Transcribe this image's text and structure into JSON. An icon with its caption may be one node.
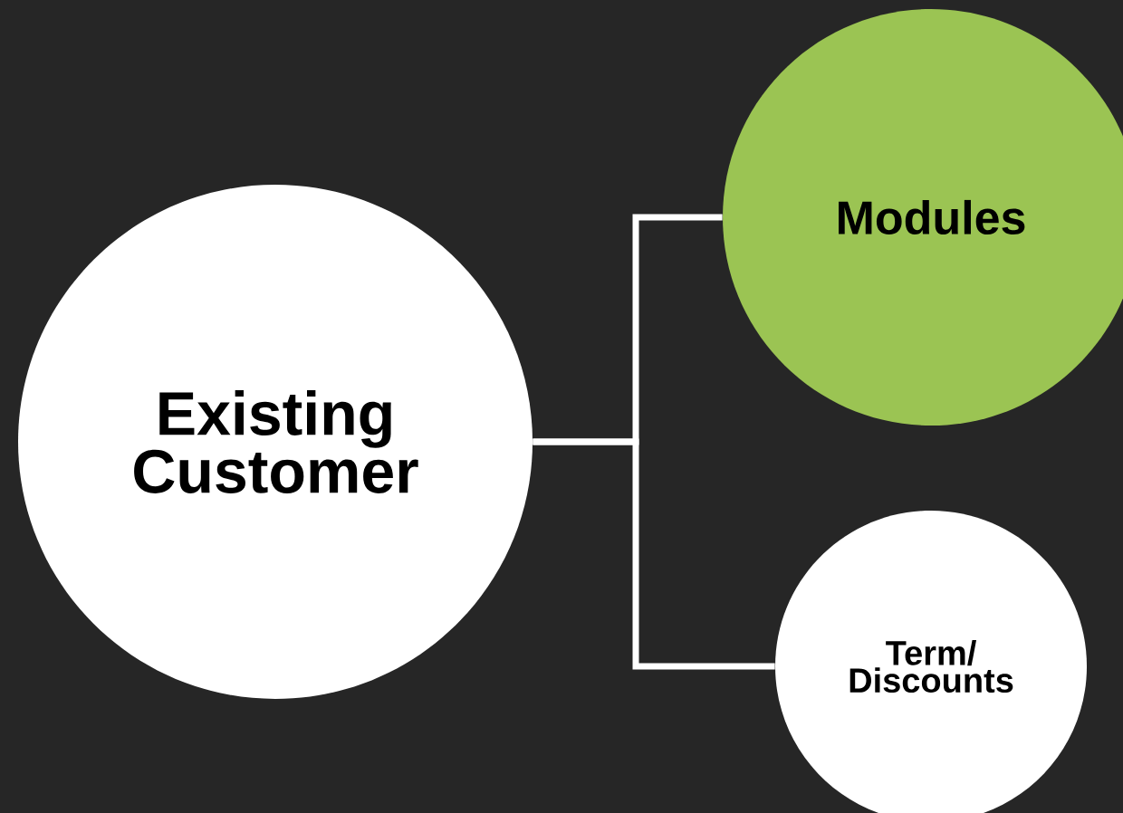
{
  "diagram": {
    "nodes": [
      {
        "text": [
          "Existing Customer"
        ]
      },
      {
        "text": [
          "Modules"
        ]
      },
      {
        "text": [
          "Term/ Discounts"
        ]
      }
    ],
    "edges": [
      {
        "from": 0,
        "to": 1,
        "arrow": "none"
      },
      {
        "from": 0,
        "to": 2,
        "arrow": "none"
      }
    ]
  }
}
